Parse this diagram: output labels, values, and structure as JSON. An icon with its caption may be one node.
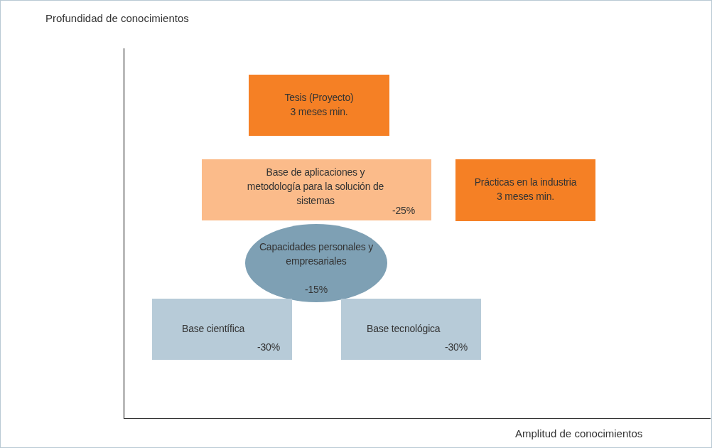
{
  "diagram": {
    "nodes": [
      {
        "text": [
          "Tesis (Proyecto)",
          "3 meses min."
        ]
      },
      {
        "text": [
          "Base de aplicaciones y metodología para la solución de sistemas",
          "-25%"
        ]
      },
      {
        "text": [
          "Prácticas en la industria",
          "3 meses min."
        ]
      },
      {
        "text": [
          "Capacidades personales y empresariales",
          "-15%"
        ]
      },
      {
        "text": [
          "Base científica",
          "-30%"
        ]
      },
      {
        "text": [
          "Base tecnológica",
          "-30%"
        ]
      }
    ],
    "edges": [],
    "labels": [
      "Profundidad de conocimientos",
      "Amplitud de conocimientos"
    ]
  }
}
